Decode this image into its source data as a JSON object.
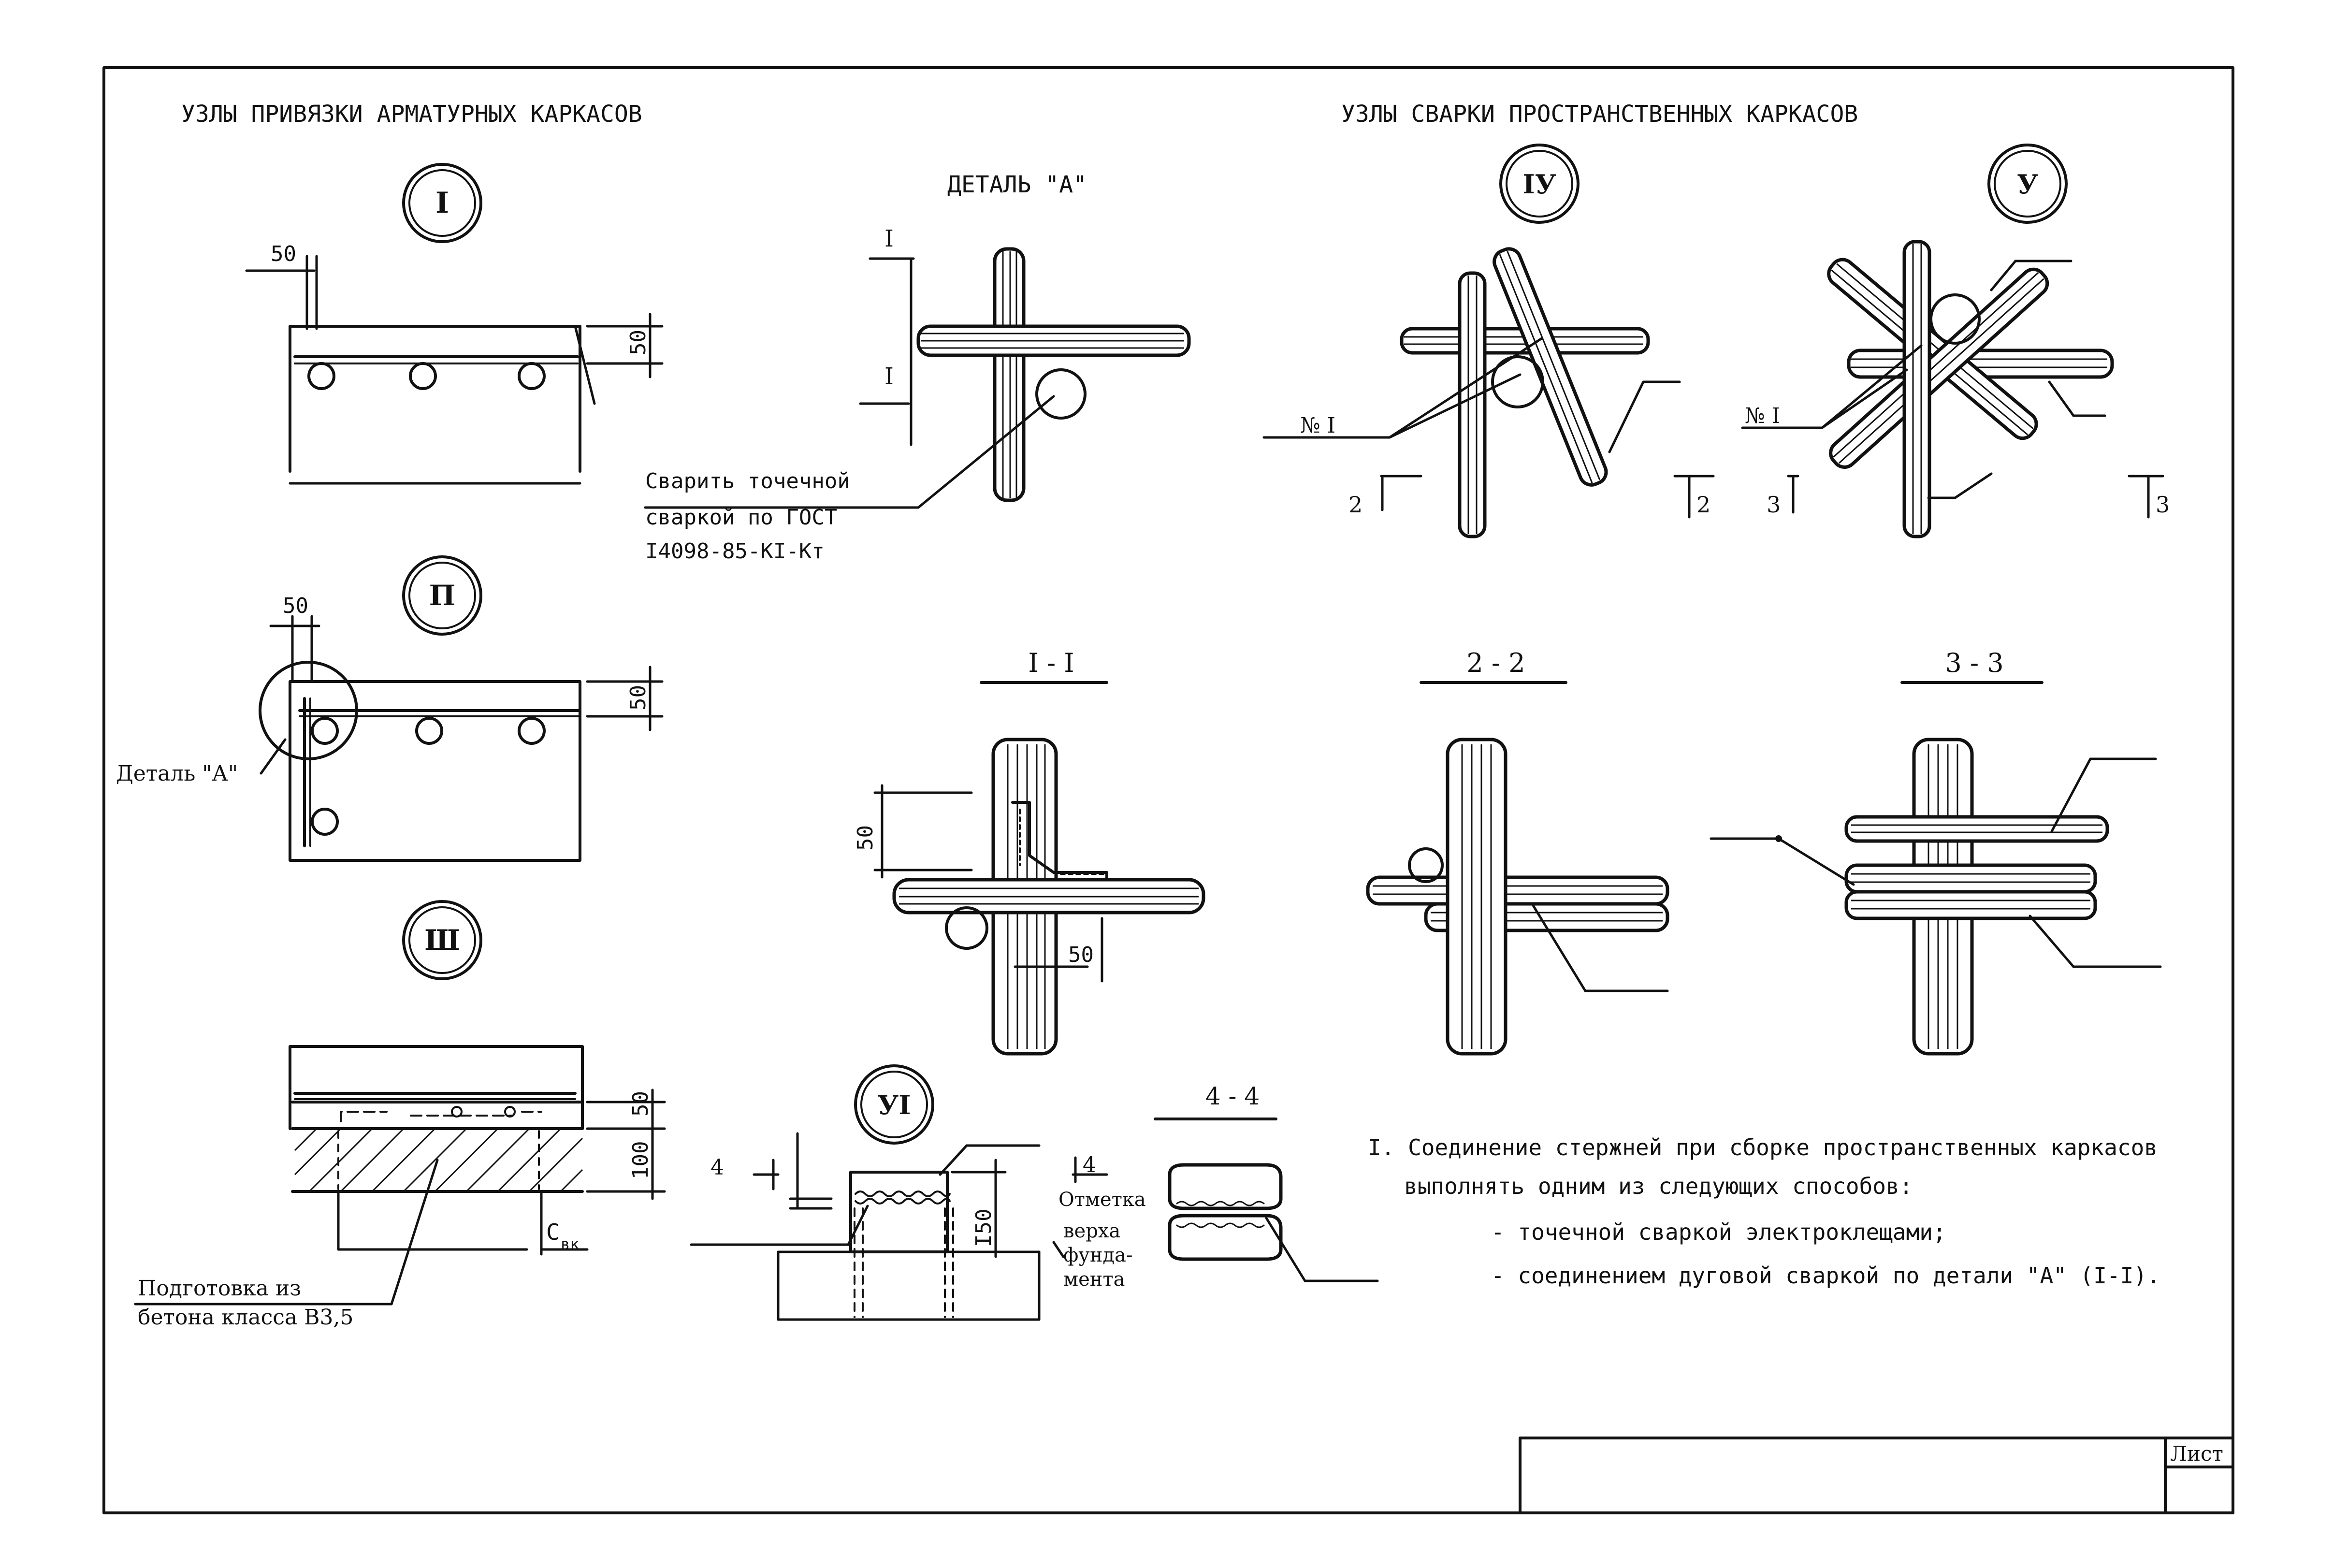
{
  "headings": {
    "left": "УЗЛЫ ПРИВЯЗКИ АРМАТУРНЫХ КАРКАСОВ",
    "right": "УЗЛЫ СВАРКИ ПРОСТРАНСТВЕННЫХ КАРКАСОВ",
    "detail_a": "ДЕТАЛЬ \"А\""
  },
  "node_markers": {
    "n1": "I",
    "n2": "П",
    "n3": "Ш",
    "n4": "IУ",
    "n5": "У",
    "n6": "УI"
  },
  "dimensions": {
    "d50": "50",
    "d100": "100",
    "d150": "I50",
    "cvk": "C",
    "cvk_sub": "вк"
  },
  "section_marks": {
    "s1": "I",
    "s2": "2",
    "s3": "3",
    "s4": "4",
    "sec_1_1": "I - I",
    "sec_2_2": "2 - 2",
    "sec_3_3": "3 - 3",
    "sec_4_4": "4 - 4"
  },
  "labels": {
    "detail_a_callout": "Деталь \"А\"",
    "weld_note": [
      "Сварить точечной",
      "сваркой по ГОСТ",
      "I4098-85-KI-Кт"
    ],
    "preparation": [
      "Подготовка из",
      "бетона класса В3,5"
    ],
    "elevation": [
      "Отметка",
      "верха",
      "фунда-",
      "мента"
    ],
    "ref_n1": "№ I"
  },
  "notes": {
    "line1": "I. Соединение стержней при сборке пространственных каркасов",
    "line2": "выполнять одним из следующих способов:",
    "line3": "- точечной сваркой электроклещами;",
    "line4": "- соединением дуговой сваркой по детали \"А\" (I-I)."
  },
  "title_block": {
    "sheet_label": "Лист"
  }
}
